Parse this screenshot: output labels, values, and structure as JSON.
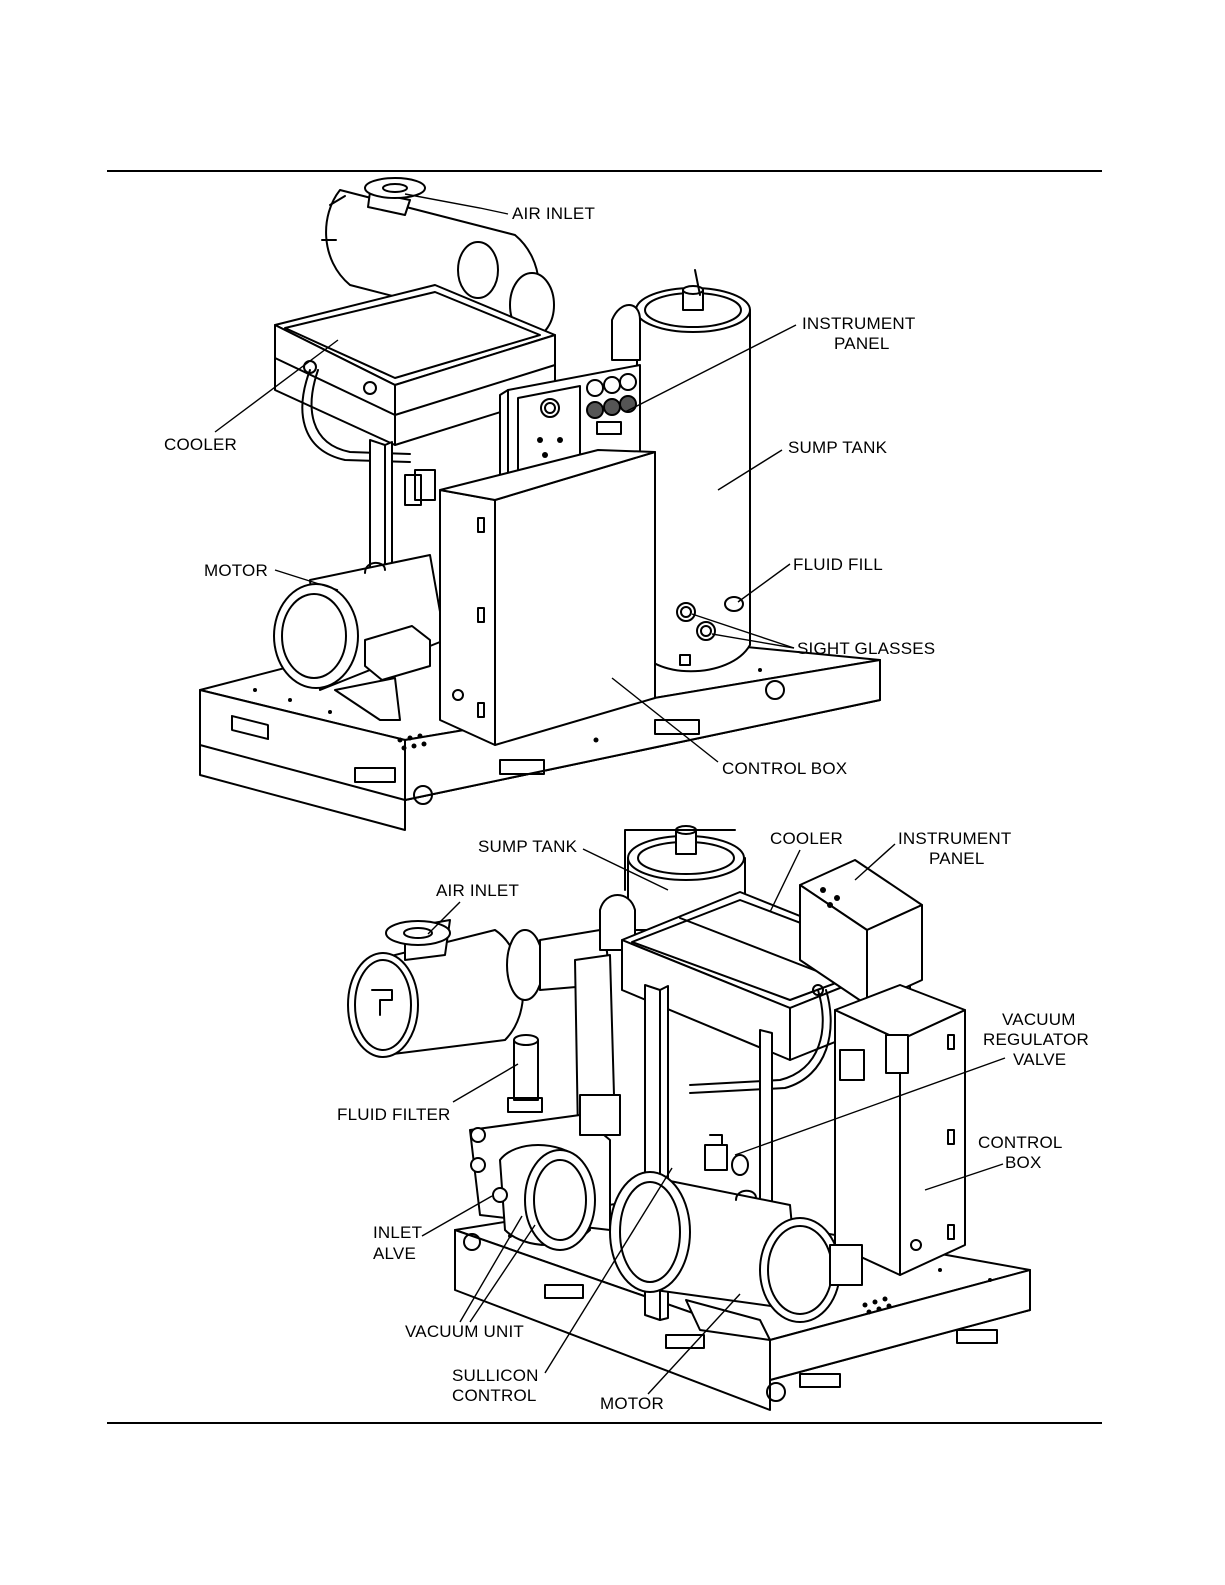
{
  "figure_top": {
    "labels": {
      "air_inlet": "AIR INLET",
      "instrument_panel_1": "INSTRUMENT",
      "instrument_panel_2": "PANEL",
      "cooler": "COOLER",
      "sump_tank": "SUMP TANK",
      "motor": "MOTOR",
      "fluid_fill": "FLUID FILL",
      "sight_glasses": "SIGHT GLASSES",
      "control_box": "CONTROL BOX"
    }
  },
  "figure_bottom": {
    "labels": {
      "sump_tank": "SUMP TANK",
      "cooler": "COOLER",
      "instrument_panel_1": "INSTRUMENT",
      "instrument_panel_2": "PANEL",
      "air_inlet": "AIR INLET",
      "vacuum_regulator_valve_1": "VACUUM",
      "vacuum_regulator_valve_2": "REGULATOR",
      "vacuum_regulator_valve_3": "VALVE",
      "fluid_filter": "FLUID FILTER",
      "control_box_1": "CONTROL",
      "control_box_2": "BOX",
      "inlet_valve_1": "INLET",
      "inlet_valve_2": "ALVE",
      "vacuum_unit": "VACUUM UNIT",
      "sullicon_control_1": "SULLICON",
      "sullicon_control_2": "CONTROL",
      "motor": "MOTOR"
    }
  }
}
